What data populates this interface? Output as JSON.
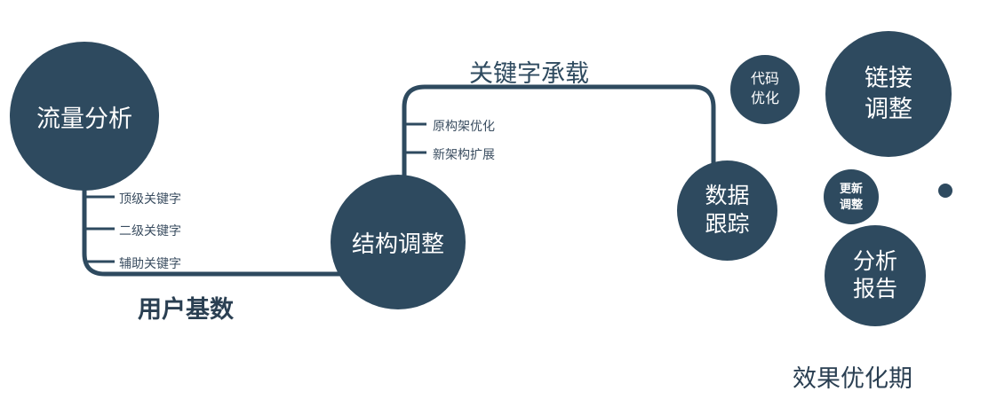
{
  "colors": {
    "node_fill": "#2e4a5f",
    "node_text": "#ffffff",
    "line": "#2e4a5f",
    "edge_label_text": "#2e4a5f",
    "branch_text": "#3a4d60",
    "background": "#ffffff"
  },
  "nodes": {
    "traffic": {
      "label": "流量分析"
    },
    "structure": {
      "label": "结构调整"
    },
    "tracking": {
      "line1": "数据",
      "line2": "跟踪"
    },
    "code": {
      "line1": "代码",
      "line2": "优化"
    },
    "link": {
      "line1": "链接",
      "line2": "调整"
    },
    "update": {
      "line1": "更新",
      "line2": "调整"
    },
    "report": {
      "line1": "分析",
      "line2": "报告"
    }
  },
  "edge_labels": {
    "keyword_carry": "关键字承载",
    "user_base": "用户基数",
    "effect_period": "效果优化期"
  },
  "branches": {
    "traffic": [
      "顶级关键字",
      "二级关键字",
      "辅助关键字"
    ],
    "structure": [
      "原构架优化",
      "新架构扩展"
    ]
  }
}
